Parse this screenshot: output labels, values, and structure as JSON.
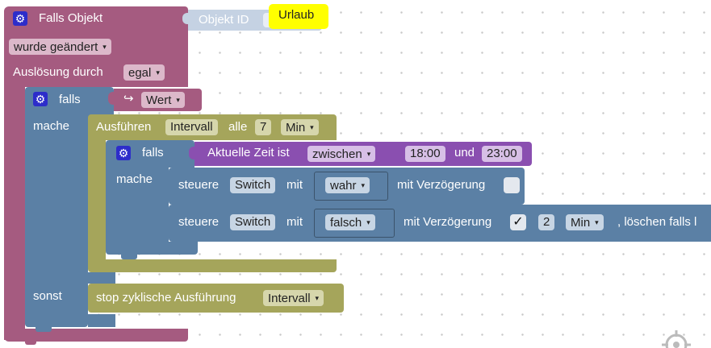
{
  "event_block": {
    "title": "Falls Objekt",
    "object_id_label": "Objekt ID",
    "object_value": "Urlaub",
    "trigger_mode": "wurde geändert",
    "trigger_by_label": "Auslösung durch",
    "trigger_by_value": "egal"
  },
  "if_outer": {
    "if_label": "falls",
    "condition_arrow": "↪",
    "condition_value": "Wert",
    "do_label": "mache",
    "else_label": "sonst"
  },
  "schedule_block": {
    "label": "Ausführen",
    "name": "Intervall",
    "every_label": "alle",
    "count": "7",
    "unit": "Min"
  },
  "if_inner": {
    "if_label": "falls",
    "do_label": "mache"
  },
  "time_block": {
    "label": "Aktuelle Zeit ist",
    "mode": "zwischen",
    "start": "18:00",
    "and_label": "und",
    "end": "23:00"
  },
  "control_1": {
    "label": "steuere",
    "target": "Switch",
    "with_label": "mit",
    "value": "wahr",
    "delay_label": "mit Verzögerung",
    "delay_checked": false
  },
  "control_2": {
    "label": "steuere",
    "target": "Switch",
    "with_label": "mit",
    "value": "falsch",
    "delay_label": "mit Verzögerung",
    "delay_checked": true,
    "check_mark": "✓",
    "delay_amount": "2",
    "delay_unit": "Min",
    "clear_label": ", löschen falls l"
  },
  "stop_block": {
    "label": "stop zyklische Ausführung",
    "name": "Intervall"
  },
  "icons": {
    "gear": "⚙",
    "dropdown": "▾",
    "target": "⌖"
  },
  "colors": {
    "event": "#a55b80",
    "logic": "#5b80a5",
    "schedule": "#a5a55b",
    "time": "#8a4fb0",
    "object_id": "#c5d2e3",
    "highlight": "#ffff00",
    "gear": "#2d2dca"
  }
}
